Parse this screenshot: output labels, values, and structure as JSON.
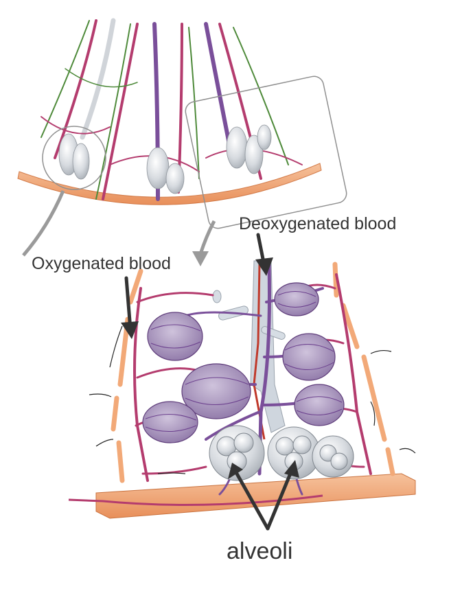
{
  "labels": {
    "deoxygenated": "Deoxygenated blood",
    "oxygenated": "Oxygenated blood",
    "alveoli": "alveoli"
  },
  "colors": {
    "deoxygenated_vessel": "#7a4f9a",
    "oxygenated_vessel": "#b43c6e",
    "artery_core": "#c0392b",
    "pleura": "#f2a978",
    "alveolus": "#d9dde2",
    "nerve": "#4e8a3a",
    "label_text": "#333333",
    "callout": "#9a9a9a"
  }
}
